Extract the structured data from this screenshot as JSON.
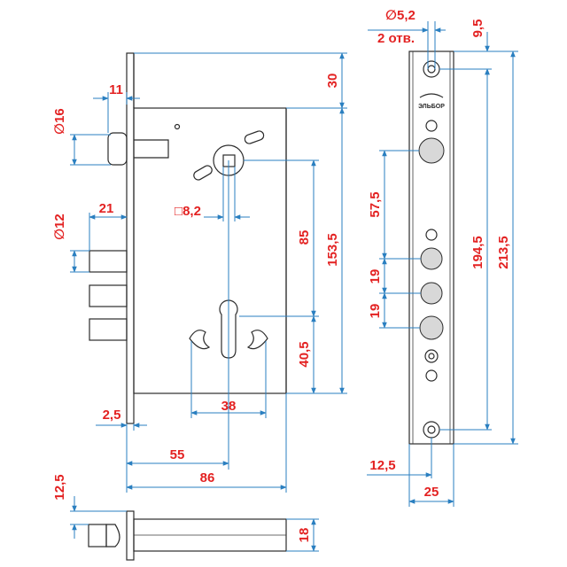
{
  "diagram": {
    "brand_label": "ЭЛЬБОР",
    "dims": {
      "d16": "∅16",
      "d11": "11",
      "d30": "30",
      "d12": "∅12",
      "d21": "21",
      "sq82": "□8,2",
      "d85": "85",
      "d1535": "153,5",
      "d405": "40,5",
      "d38": "38",
      "d25_left": "2,5",
      "d55": "55",
      "d86": "86",
      "d125_left": "12,5",
      "d18": "18",
      "d52": "∅5,2",
      "holes2": "2 отв.",
      "d95": "9,5",
      "d575": "57,5",
      "d19a": "19",
      "d19b": "19",
      "d1945": "194,5",
      "d2135": "213,5",
      "d125_right": "12,5",
      "d25": "25"
    },
    "colors": {
      "dimension_text": "#e32222",
      "dimension_line": "#2a7fc0",
      "outline": "#2b2b2b"
    }
  }
}
